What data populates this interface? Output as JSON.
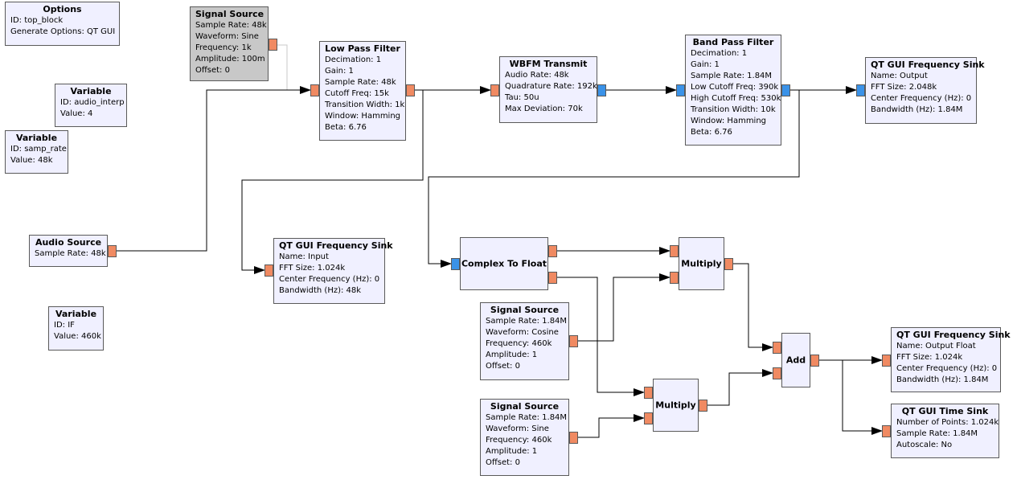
{
  "blocks": {
    "options": {
      "title": "Options",
      "params": [
        "ID: top_block",
        "Generate Options: QT GUI"
      ]
    },
    "signal_source_1": {
      "title": "Signal Source",
      "params": [
        "Sample Rate: 48k",
        "Waveform: Sine",
        "Frequency: 1k",
        "Amplitude: 100m",
        "Offset: 0"
      ]
    },
    "low_pass_filter": {
      "title": "Low Pass Filter",
      "params": [
        "Decimation: 1",
        "Gain: 1",
        "Sample Rate: 48k",
        "Cutoff Freq: 15k",
        "Transition Width: 1k",
        "Window: Hamming",
        "Beta: 6.76"
      ]
    },
    "wbfm_transmit": {
      "title": "WBFM Transmit",
      "params": [
        "Audio Rate: 48k",
        "Quadrature Rate: 192k",
        "Tau: 50u",
        "Max Deviation: 70k"
      ]
    },
    "band_pass_filter": {
      "title": "Band Pass Filter",
      "params": [
        "Decimation: 1",
        "Gain: 1",
        "Sample Rate: 1.84M",
        "Low Cutoff Freq: 390k",
        "High Cutoff Freq: 530k",
        "Transition Width: 10k",
        "Window: Hamming",
        "Beta: 6.76"
      ]
    },
    "freq_sink_output": {
      "title": "QT GUI Frequency Sink",
      "params": [
        "Name: Output",
        "FFT Size: 2.048k",
        "Center Frequency (Hz): 0",
        "Bandwidth (Hz): 1.84M"
      ]
    },
    "variable_audio_interp": {
      "title": "Variable",
      "params": [
        "ID: audio_interp",
        "Value: 4"
      ]
    },
    "variable_samp_rate": {
      "title": "Variable",
      "params": [
        "ID: samp_rate",
        "Value: 48k"
      ]
    },
    "audio_source": {
      "title": "Audio Source",
      "params": [
        "Sample Rate: 48k"
      ]
    },
    "freq_sink_input": {
      "title": "QT GUI Frequency Sink",
      "params": [
        "Name: Input",
        "FFT Size: 1.024k",
        "Center Frequency (Hz): 0",
        "Bandwidth (Hz): 48k"
      ]
    },
    "variable_if": {
      "title": "Variable",
      "params": [
        "ID: IF",
        "Value: 460k"
      ]
    },
    "complex_to_float": {
      "title": "Complex To Float",
      "params": []
    },
    "multiply_1": {
      "title": "Multiply",
      "params": []
    },
    "signal_source_cosine": {
      "title": "Signal Source",
      "params": [
        "Sample Rate: 1.84M",
        "Waveform: Cosine",
        "Frequency: 460k",
        "Amplitude: 1",
        "Offset: 0"
      ]
    },
    "add": {
      "title": "Add",
      "params": []
    },
    "freq_sink_output_float": {
      "title": "QT GUI Frequency Sink",
      "params": [
        "Name: Output Float",
        "FFT Size: 1.024k",
        "Center Frequency (Hz): 0",
        "Bandwidth (Hz): 1.84M"
      ]
    },
    "multiply_2": {
      "title": "Multiply",
      "params": []
    },
    "signal_source_sine": {
      "title": "Signal Source",
      "params": [
        "Sample Rate: 1.84M",
        "Waveform: Sine",
        "Frequency: 460k",
        "Amplitude: 1",
        "Offset: 0"
      ]
    },
    "time_sink": {
      "title": "QT GUI Time Sink",
      "params": [
        "Number of Points: 1.024k",
        "Sample Rate: 1.84M",
        "Autoscale: No"
      ]
    }
  },
  "colors": {
    "block_fill": "#f0f0ff",
    "block_disabled": "#c8c8c8",
    "port_float": "#f08a62",
    "port_complex": "#3a92e8",
    "wire": "#000000",
    "wire_disabled": "#c8c8c8"
  }
}
